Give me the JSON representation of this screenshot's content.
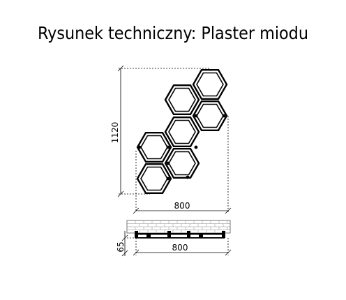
{
  "title": "Rysunek techniczny: Plaster miodu",
  "front_view": {
    "height_label": "1120",
    "width_label": "800"
  },
  "top_view": {
    "width_label": "800",
    "depth_label": "65"
  }
}
